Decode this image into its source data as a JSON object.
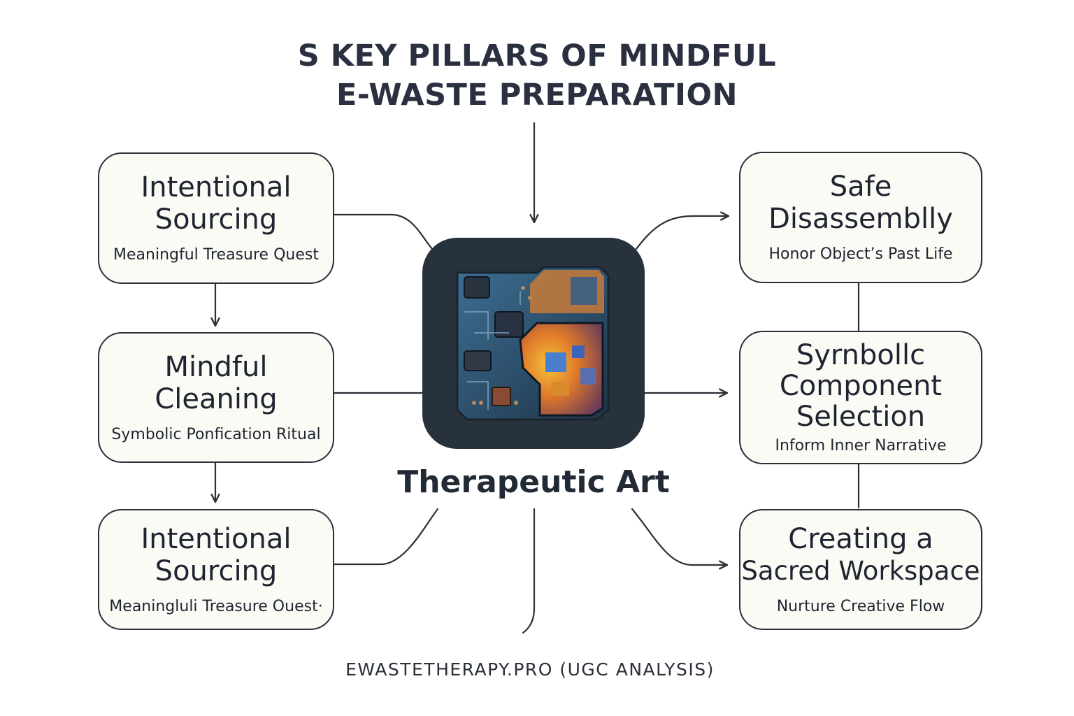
{
  "title": {
    "line1": "S KEY PILLARS OF MINDFUL",
    "line2": "E-WASTE PREPARATION"
  },
  "center": {
    "label": "Therapeutic Art",
    "icon": "circuit-board-art-icon"
  },
  "left_nodes": [
    {
      "title_line1": "Intentional",
      "title_line2": "Sourcing",
      "subtitle": "Meaningful Treasure Quest"
    },
    {
      "title_line1": "Mindful",
      "title_line2": "Cleaning",
      "subtitle": "Symbolic Ponfication Ritual"
    },
    {
      "title_line1": "Intentional",
      "title_line2": "Sourcing",
      "subtitle": "Meaningluli Treasure Ouest·"
    }
  ],
  "right_nodes": [
    {
      "title_line1": "Safe",
      "title_line2": "Disassemblly",
      "subtitle": "Honor Object’s Past Life"
    },
    {
      "title_line1": "Syrnbollc",
      "title_line2": "Component",
      "title_line3": "Selection",
      "subtitle": "Inform Inner Narrative"
    },
    {
      "title_line1": "Creating a",
      "title_line2": "Sacred Workspace",
      "subtitle": "Nurture Creative Flow"
    }
  ],
  "footer": "EWASTETHERAPY.PRO (UGC ANALYSIS)",
  "colors": {
    "line": "#2b2f36",
    "node_fill": "#fbfbf6",
    "tile": "#27323d",
    "text": "#1f2530"
  }
}
